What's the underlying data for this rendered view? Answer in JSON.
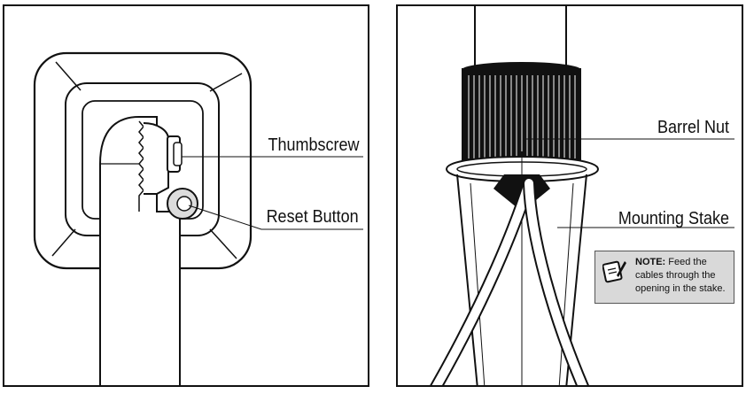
{
  "left_panel": {
    "labels": {
      "thumbscrew": "Thumbscrew",
      "reset_button": "Reset Button"
    }
  },
  "right_panel": {
    "labels": {
      "barrel_nut": "Barrel Nut",
      "mounting_stake": "Mounting Stake"
    },
    "note": {
      "title": "NOTE:",
      "body": "Feed the cables through the opening in the stake."
    }
  },
  "colors": {
    "line": "#111111",
    "note_fill": "#d9d9d9",
    "reset_button_fill": "#dcdcdc",
    "stake_wedge": "#111111"
  },
  "icons": [
    "note-pencil-icon"
  ]
}
